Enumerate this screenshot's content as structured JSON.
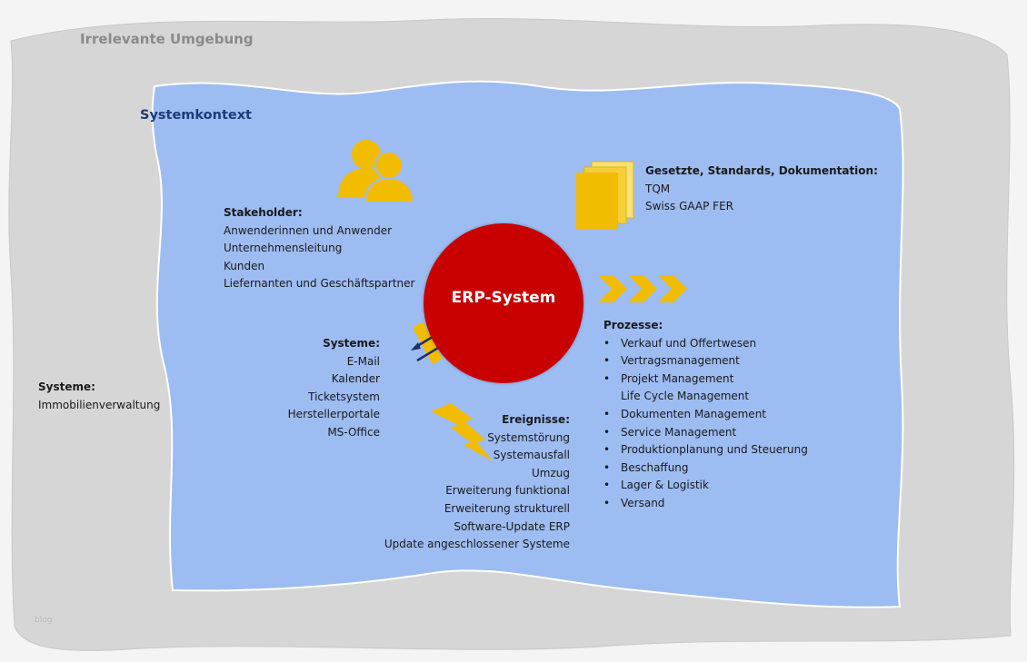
{
  "outer_label": "Irrelevante Umgebung",
  "context_label": "Systemkontext",
  "center": "ERP-System",
  "stakeholder": {
    "title": "Stakeholder:",
    "items": [
      "Anwenderinnen  und Anwender",
      "Unternehmensleitung",
      "Kunden",
      "Liefernanten und Geschäftspartner"
    ]
  },
  "standards": {
    "title": "Gesetzte, Standards, Dokumentation:",
    "items": [
      "TQM",
      "Swiss  GAAP FER"
    ]
  },
  "systeme": {
    "title": "Systeme:",
    "items": [
      "E-Mail",
      "Kalender",
      "Ticketsystem",
      "Herstellerportale",
      "MS-Office"
    ]
  },
  "outer_systeme": {
    "title": "Systeme:",
    "items": [
      "Immobilienverwaltung"
    ]
  },
  "ereignisse": {
    "title": "Ereignisse:",
    "items": [
      "Systemstörung",
      "Systemausfall",
      "Umzug",
      "Erweiterung funktional",
      "Erweiterung strukturell",
      "Software-Update  ERP",
      "Update angeschlossener  Systeme"
    ]
  },
  "prozesse": {
    "title": "Prozesse:",
    "items": [
      "Verkauf und Offertwesen",
      "Vertragsmanagement",
      "Projekt  Management",
      "Life Cycle Management",
      "Dokumenten  Management",
      "Service  Management",
      "Produktionplanung  und Steuerung",
      "Beschaffung",
      "Lager & Logistik",
      "Versand"
    ]
  },
  "watermark": "blog",
  "colors": {
    "outer": "#d6d6d6",
    "context": "#9dbcf2",
    "center": "#c80000",
    "icon": "#f2bc00",
    "heading": "#1f3a78"
  }
}
